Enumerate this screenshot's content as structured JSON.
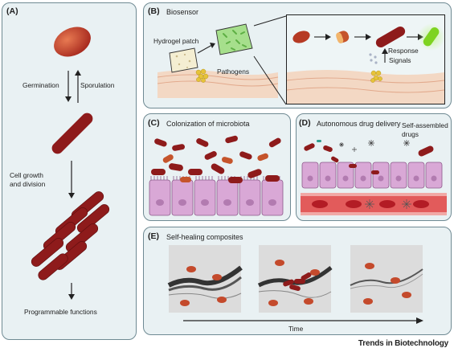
{
  "panelA": {
    "label": "(A)",
    "germination": "Germination",
    "sporulation": "Sporulation",
    "growth_line1": "Cell growth",
    "growth_line2": "and division",
    "functions": "Programmable functions"
  },
  "panelB": {
    "label": "(B)",
    "title": "Biosensor",
    "hydrogel": "Hydrogel patch",
    "pathogens": "Pathogens",
    "response": "Response",
    "signals": "Signals"
  },
  "panelC": {
    "label": "(C)",
    "title": "Colonization of microbiota"
  },
  "panelD": {
    "label": "(D)",
    "title": "Autonomous drug delivery",
    "self_line1": "Self-assembled",
    "self_line2": "drugs"
  },
  "panelE": {
    "label": "(E)",
    "title": "Self-healing composites",
    "time": "Time"
  },
  "footer": {
    "brand": "Trends in Biotechnology"
  },
  "colors": {
    "panel_bg": "#e9f1f3",
    "panel_border": "#6f8a93",
    "bacterium": "#8e1b1b",
    "spore": "#c44a2c",
    "tissue": "#d9a8d6",
    "vessel": "#e25b5b",
    "response_glow": "#7ed321"
  }
}
